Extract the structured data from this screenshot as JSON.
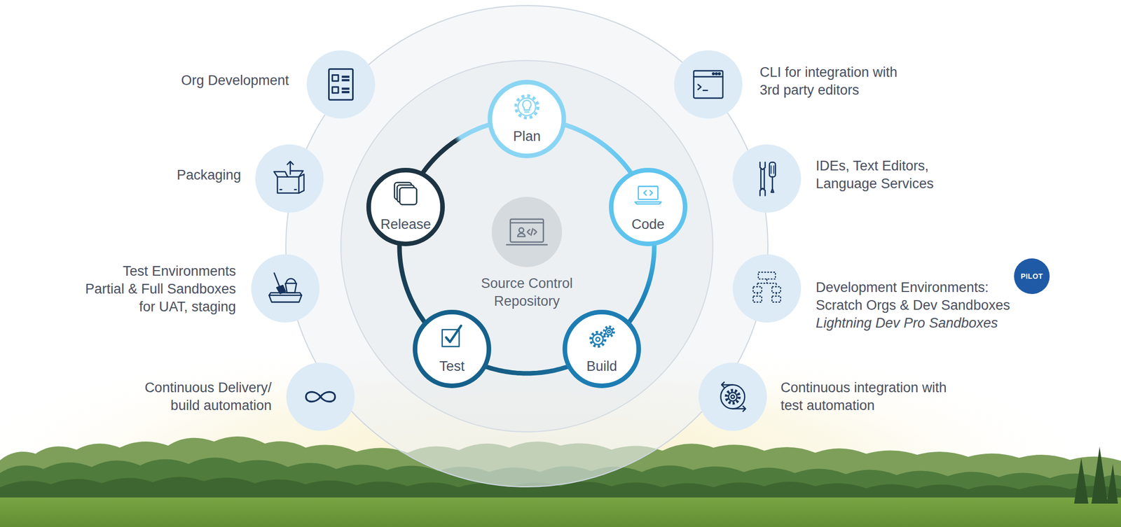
{
  "diagram": {
    "nodes": [
      {
        "text": [
          "Plan"
        ]
      },
      {
        "text": [
          "Code"
        ]
      },
      {
        "text": [
          "Build"
        ]
      },
      {
        "text": [
          "Test"
        ]
      },
      {
        "text": [
          "Release"
        ]
      },
      {
        "text": [
          "Source Control Repository"
        ]
      },
      {
        "text": [
          "Org Development"
        ]
      },
      {
        "text": [
          "Packaging"
        ]
      },
      {
        "text": [
          "Test Environments",
          "Partial & Full Sandboxes for UAT, staging"
        ]
      },
      {
        "text": [
          "Continuous Delivery/ build automation"
        ]
      },
      {
        "text": [
          "CLI for integration with 3rd party editors"
        ]
      },
      {
        "text": [
          "IDEs, Text Editors, Language Services"
        ]
      },
      {
        "text": [
          "Development Environments: Scratch Orgs & Dev Sandboxes",
          "Lightning Dev Pro Sandboxes"
        ]
      },
      {
        "text": [
          "Continuous integration with test automation"
        ]
      },
      {
        "text": [
          "PILOT"
        ]
      }
    ],
    "edges": [
      {
        "from": 0,
        "to": 1,
        "arrow": "none"
      },
      {
        "from": 1,
        "to": 2,
        "arrow": "none"
      },
      {
        "from": 2,
        "to": 3,
        "arrow": "none"
      },
      {
        "from": 3,
        "to": 4,
        "arrow": "none"
      },
      {
        "from": 4,
        "to": 0,
        "arrow": "none"
      }
    ]
  }
}
